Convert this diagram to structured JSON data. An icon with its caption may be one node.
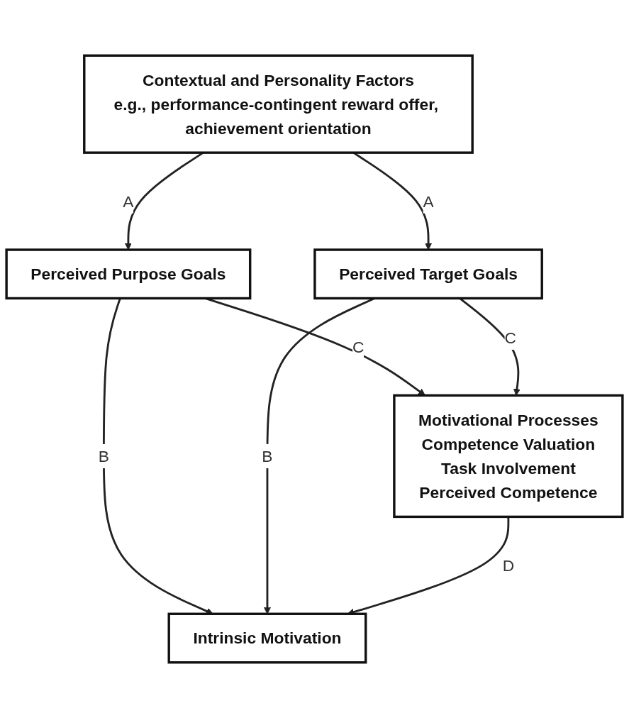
{
  "diagram": {
    "nodes": [
      {
        "text": [
          "Contextual and Personality Factors",
          "e.g., performance-contingent reward offer, achievement orientation"
        ]
      },
      {
        "text": [
          "Perceived Purpose Goals"
        ]
      },
      {
        "text": [
          "Perceived Target Goals"
        ]
      },
      {
        "text": [
          "Motivational Processes",
          "Competence Valuation",
          "Task Involvement",
          "Perceived Competence"
        ]
      },
      {
        "text": [
          "Intrinsic Motivation"
        ]
      }
    ],
    "edges": [
      {
        "from": 0,
        "to": 1,
        "arrow": "to",
        "label": "A"
      },
      {
        "from": 0,
        "to": 2,
        "arrow": "to",
        "label": "A"
      },
      {
        "from": 1,
        "to": 3,
        "arrow": "to",
        "label": "C"
      },
      {
        "from": 2,
        "to": 3,
        "arrow": "to",
        "label": "C"
      },
      {
        "from": 1,
        "to": 4,
        "arrow": "to",
        "label": "B"
      },
      {
        "from": 2,
        "to": 4,
        "arrow": "to",
        "label": "B"
      },
      {
        "from": 3,
        "to": 4,
        "arrow": "to",
        "label": "D"
      }
    ]
  }
}
